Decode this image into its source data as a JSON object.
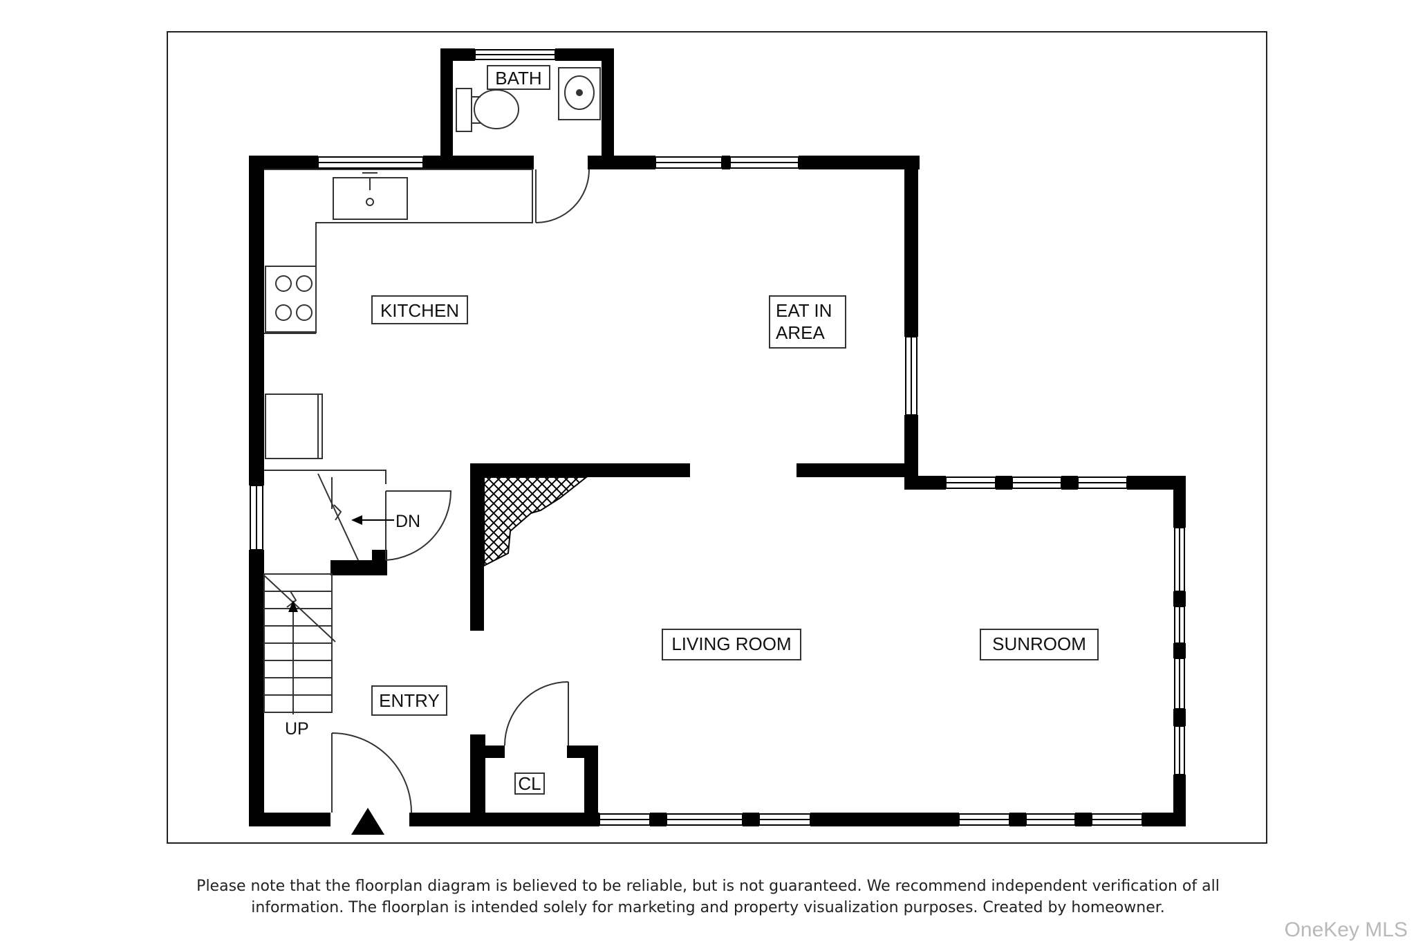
{
  "rooms": {
    "bath": "BATH",
    "kitchen": "KITCHEN",
    "eat_in_line1": "EAT IN",
    "eat_in_line2": "AREA",
    "living_room": "LIVING ROOM",
    "sunroom": "SUNROOM",
    "entry": "ENTRY",
    "closet": "CL"
  },
  "stairs": {
    "down": "DN",
    "up": "UP"
  },
  "disclaimer": {
    "line1": "Please note that the floorplan diagram is believed to be reliable, but is not guaranteed. We recommend independent verification of all",
    "line2": "information. The floorplan is intended solely for marketing and property visualization purposes. Created by homeowner."
  },
  "watermark": "OneKey MLS",
  "colors": {
    "wall": "#000000",
    "line": "#333333",
    "background": "#ffffff"
  }
}
